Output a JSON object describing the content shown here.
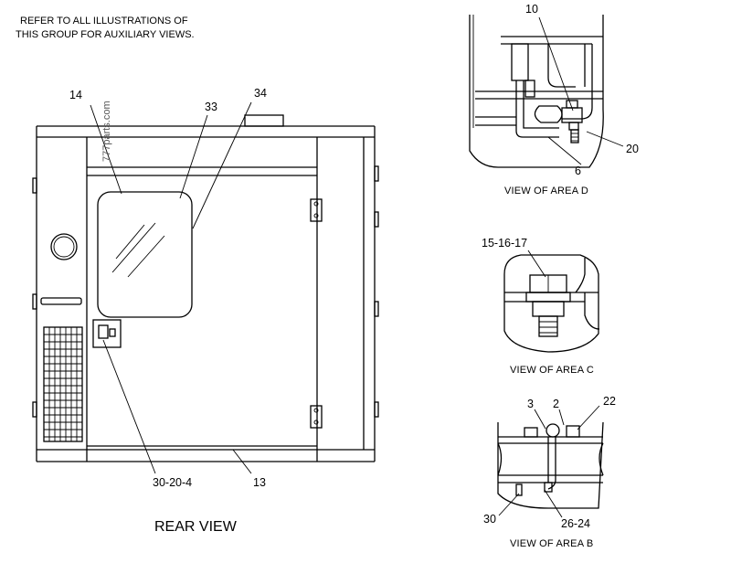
{
  "note": {
    "line1": "REFER TO ALL ILLUSTRATIONS OF",
    "line2": "THIS GROUP FOR AUXILIARY VIEWS."
  },
  "rear_view": {
    "title": "REAR VIEW",
    "watermark": "777parts.com",
    "callouts": {
      "c14": "14",
      "c33": "33",
      "c34": "34",
      "c30_20_4": "30-20-4",
      "c13": "13"
    }
  },
  "view_d": {
    "caption": "VIEW OF AREA D",
    "callouts": {
      "c10": "10",
      "c20": "20",
      "c6": "6"
    }
  },
  "view_c": {
    "caption": "VIEW OF AREA C",
    "callouts": {
      "c15_16_17": "15-16-17"
    }
  },
  "view_b": {
    "caption": "VIEW OF AREA B",
    "callouts": {
      "c3": "3",
      "c2": "2",
      "c22": "22",
      "c30": "30",
      "c26_24": "26-24"
    }
  }
}
